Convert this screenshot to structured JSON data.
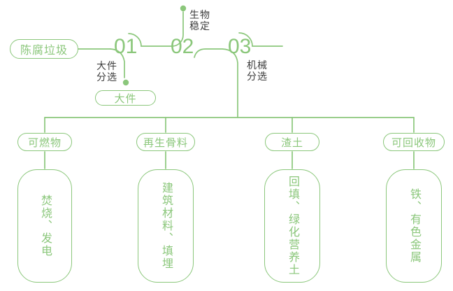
{
  "diagram": {
    "title_semantic": "aged-refuse-sorting-flowchart",
    "source_label": "陈腐垃圾",
    "steps": [
      {
        "number": "01",
        "label_line1": "大件",
        "label_line2": "分选",
        "output_label": "大件"
      },
      {
        "number": "02",
        "label_line1": "生物",
        "label_line2": "稳定"
      },
      {
        "number": "03",
        "label_line1": "机械",
        "label_line2": "分选"
      }
    ],
    "branches": [
      {
        "category": "可燃物",
        "detail": "焚烧、发电"
      },
      {
        "category": "再生骨料",
        "detail": "建筑材料、填埋"
      },
      {
        "category": "渣土",
        "detail": "回填、绿化营养土"
      },
      {
        "category": "可回收物",
        "detail": "铁、有色金属"
      }
    ],
    "colors": {
      "line_green": "#8bc77b",
      "text_dark": "#3d3d3d",
      "background": "#ffffff"
    }
  }
}
